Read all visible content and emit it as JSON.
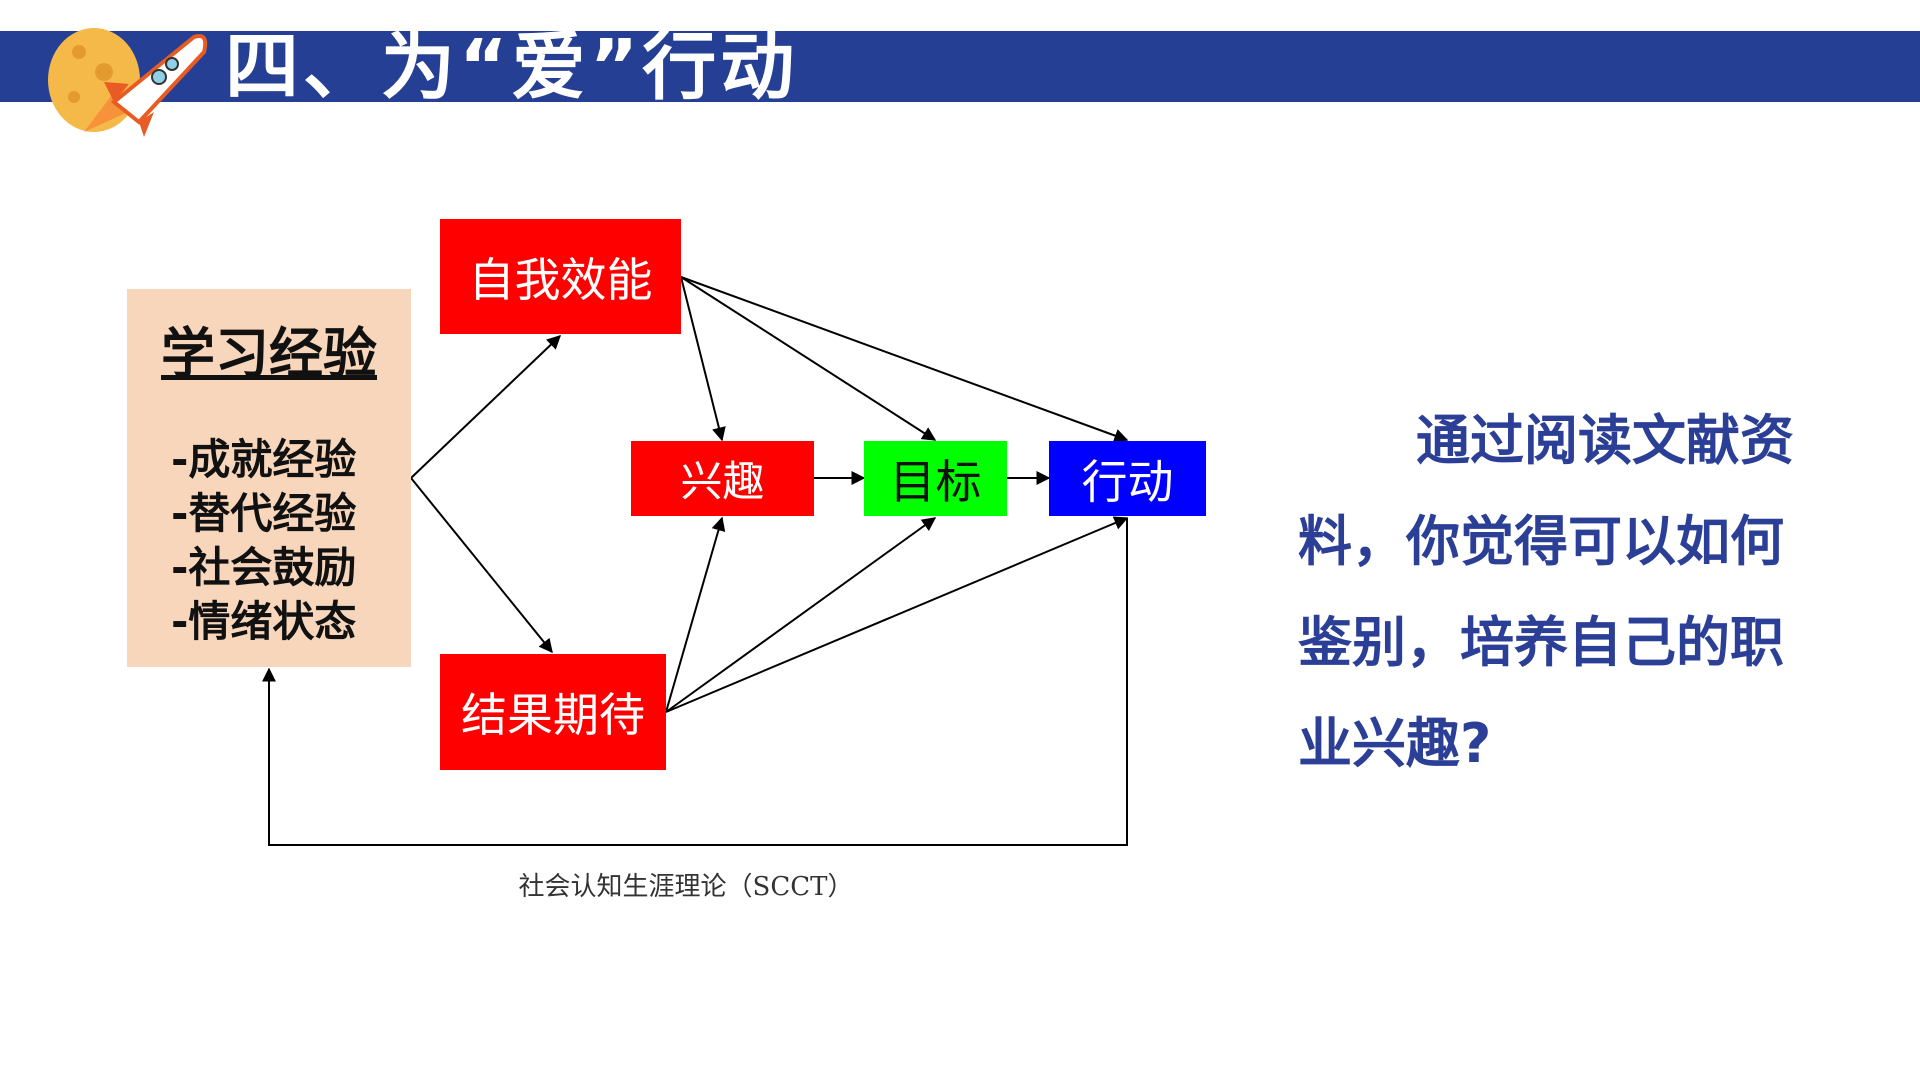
{
  "header": {
    "title": "四、为“爱”行动",
    "icon": "rocket-moon-icon"
  },
  "diagram": {
    "learning": {
      "title": "学习经验",
      "items": [
        "-成就经验",
        "-替代经验",
        "-社会鼓励",
        "-情绪状态"
      ]
    },
    "self_efficacy": "自我效能",
    "outcome_expectation": "结果期待",
    "interest": "兴趣",
    "goal": "目标",
    "action": "行动",
    "caption": "社会认知生涯理论（SCCT）",
    "colors": {
      "red": "#ff0000",
      "green": "#00ff00",
      "blue": "#0000ff",
      "learning_bg": "#f8d6bb"
    }
  },
  "question": "通过阅读文献资料，你觉得可以如何鉴别，培养自己的职业兴趣?"
}
